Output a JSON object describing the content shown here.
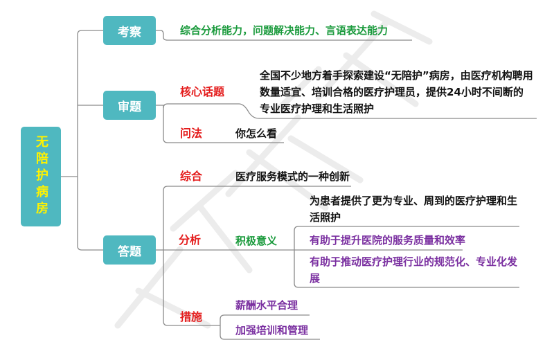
{
  "watermark": "学简教育",
  "root": "无陪护病房",
  "branches": {
    "kaocha": {
      "label": "考察",
      "content": "综合分析能力，问题解决能力、言语表达能力"
    },
    "shenti": {
      "label": "审题",
      "core_topic": {
        "label": "核心话题",
        "content": "全国不少地方着手探索建设“无陪护”病房，由医疗机构聘用数量适宜、培训合格的医疗护理员，提供24小时不间断的专业医疗护理和生活照护"
      },
      "question": {
        "label": "问法",
        "content": "你怎么看"
      }
    },
    "dati": {
      "label": "答题",
      "summary": {
        "label": "综合",
        "content": "医疗服务模式的一种创新"
      },
      "analysis": {
        "label": "分析",
        "sub_label": "积极意义",
        "points": [
          "为患者提供了更为专业、周到的医疗护理和生活照护",
          "有助于提升医院的服务质量和效率",
          "有助于推动医疗护理行业的规范化、专业化发展"
        ]
      },
      "measures": {
        "label": "措施",
        "items": [
          "薪酬水平合理",
          "加强培训和管理"
        ]
      }
    }
  },
  "colors": {
    "box": "#4fb8c0",
    "root_text": "#fff200",
    "red": "#e41b1b",
    "green": "#1a9a3c",
    "purple": "#7a2fa0",
    "line": "#888888"
  }
}
